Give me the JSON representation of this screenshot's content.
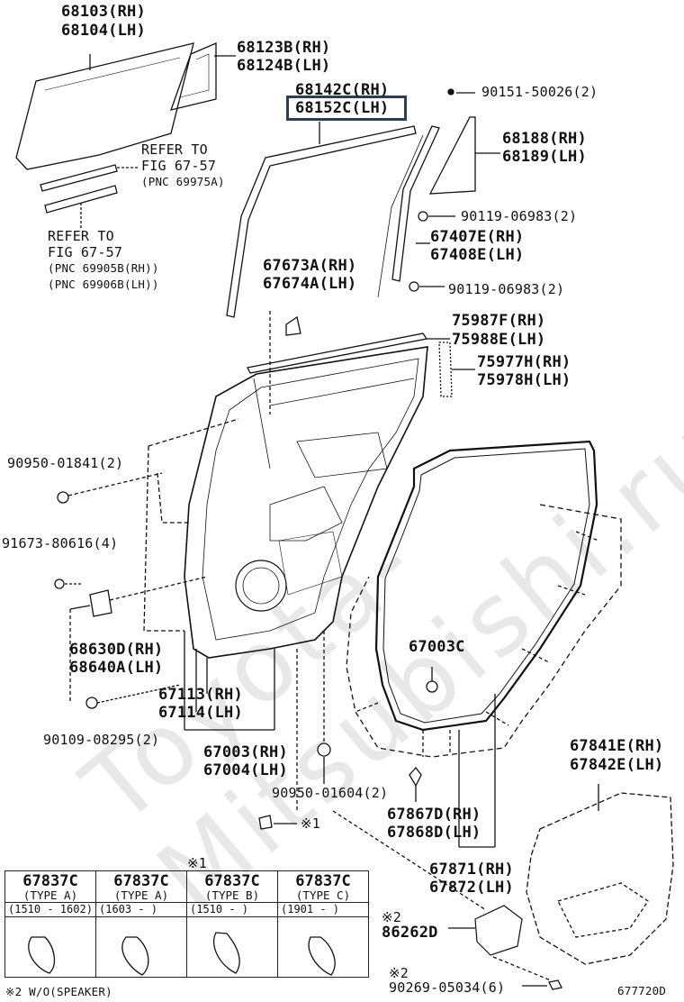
{
  "labels": {
    "p68103": "68103(RH)",
    "p68104": "68104(LH)",
    "p68123": "68123B(RH)",
    "p68124": "68124B(LH)",
    "p68142": "68142C(RH)",
    "p68152": "68152C(LH)",
    "p90151": "90151-50026(2)",
    "refer1a": "REFER TO",
    "refer1b": "FIG 67-57",
    "refer1c": "(PNC 69975A)",
    "p68188": "68188(RH)",
    "p68189": "68189(LH)",
    "p90119a": "90119-06983(2)",
    "refer2a": "REFER TO",
    "refer2b": "FIG 67-57",
    "refer2c": "(PNC 69905B(RH))",
    "refer2d": "(PNC 69906B(LH))",
    "p67407": "67407E(RH)",
    "p67408": "67408E(LH)",
    "p67673": "67673A(RH)",
    "p67674": "67674A(LH)",
    "p90119b": "90119-06983(2)",
    "p75987": "75987F(RH)",
    "p75988": "75988E(LH)",
    "p75977": "75977H(RH)",
    "p75978": "75978H(LH)",
    "p90950a": "90950-01841(2)",
    "p91673": "91673-80616(4)",
    "p68630": "68630D(RH)",
    "p68640": "68640A(LH)",
    "p67003c": "67003C",
    "p67113": "67113(RH)",
    "p67114": "67114(LH)",
    "p90109": "90109-08295(2)",
    "p67003": "67003(RH)",
    "p67004": "67004(LH)",
    "p67841": "67841E(RH)",
    "p67842": "67842E(LH)",
    "p90950b": "90950-01604(2)",
    "note1": "※1",
    "p67867": "67867D(RH)",
    "p67868": "67868D(LH)",
    "p67871": "67871(RH)",
    "p67872": "67872(LH)",
    "note2a": "※2",
    "p86262": "86262D",
    "note2b": "※2",
    "p90269": "90269-05034(6)",
    "footnote": "※2 W/O(SPEAKER)",
    "legend_note": "※1",
    "diagram_id": "677720D",
    "watermark": "Toyota-Mitsubishi.ru"
  },
  "legend": [
    {
      "part": "67837C",
      "type": "(TYPE A)",
      "range": "(1510 - 1602)"
    },
    {
      "part": "67837C",
      "type": "(TYPE A)",
      "range": "(1603 -       )"
    },
    {
      "part": "67837C",
      "type": "(TYPE B)",
      "range": "(1510 -       )"
    },
    {
      "part": "67837C",
      "type": "(TYPE C)",
      "range": "(1901 -       )"
    }
  ]
}
